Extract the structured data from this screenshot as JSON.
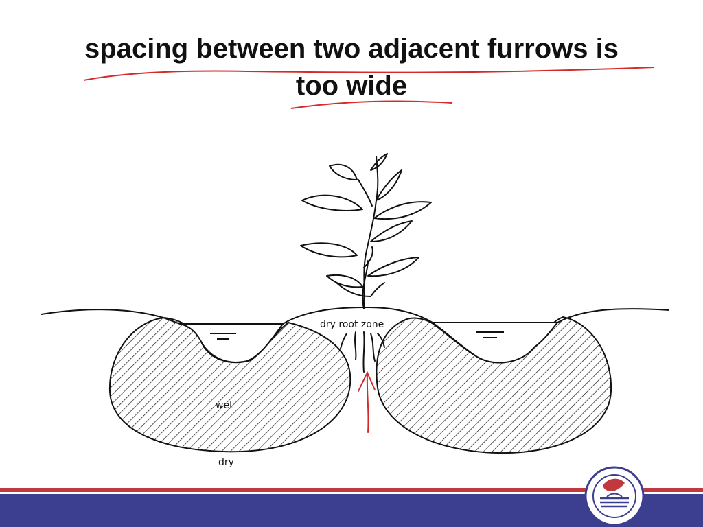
{
  "slide": {
    "title_line1": "spacing between two adjacent furrows is",
    "title_line2": "too wide"
  },
  "diagram": {
    "label_dry_root_zone": "dry root zone",
    "label_wet": "wet",
    "label_dry": "dry"
  },
  "colors": {
    "annotation_red": "#d42a2a",
    "footer_red": "#c0393f",
    "footer_blue": "#3c3f8f"
  },
  "icons": {
    "plant": "plant-illustration",
    "logo": "university-logo"
  }
}
